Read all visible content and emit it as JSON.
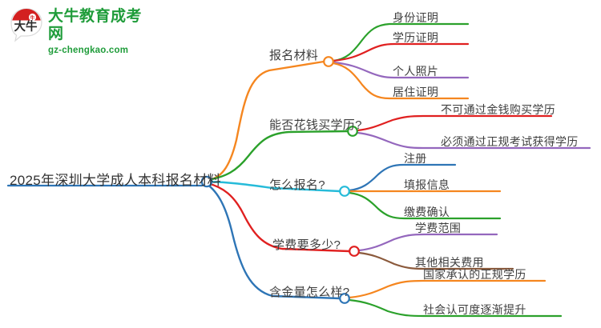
{
  "brand": {
    "name": "大牛教育成考网",
    "url": "gz-chengkao.com",
    "mark_text": "大牛",
    "color": "#1f9c3a",
    "mark_color": "#d32020"
  },
  "mindmap": {
    "root": {
      "label": "2025年深圳大学成人本科报名材料",
      "color": "#2E75B6"
    },
    "branches": [
      {
        "label": "报名材料",
        "color": "#F5861F",
        "children": [
          {
            "label": "身份证明",
            "color": "#2BA12B"
          },
          {
            "label": "学历证明",
            "color": "#E02020"
          },
          {
            "label": "个人照片",
            "color": "#9467BD"
          },
          {
            "label": "居住证明",
            "color": "#F5861F"
          }
        ]
      },
      {
        "label": "能否花钱买学历?",
        "color": "#2BA12B",
        "children": [
          {
            "label": "不可通过金钱购买学历",
            "color": "#E02020"
          },
          {
            "label": "必须通过正规考试获得学历",
            "color": "#9467BD"
          }
        ]
      },
      {
        "label": "怎么报名?",
        "color": "#26BBD9",
        "children": [
          {
            "label": "注册",
            "color": "#2E75B6"
          },
          {
            "label": "填报信息",
            "color": "#F5861F"
          },
          {
            "label": "缴费确认",
            "color": "#2BA12B"
          }
        ]
      },
      {
        "label": "学费要多少?",
        "color": "#E02020",
        "children": [
          {
            "label": "学费范围",
            "color": "#9467BD"
          },
          {
            "label": "其他相关费用",
            "color": "#8B5A3C"
          }
        ]
      },
      {
        "label": "含金量怎么样?",
        "color": "#2E75B6",
        "children": [
          {
            "label": "国家承认的正规学历",
            "color": "#F5861F"
          },
          {
            "label": "社会认可度逐渐提升",
            "color": "#2BA12B"
          }
        ]
      }
    ]
  }
}
